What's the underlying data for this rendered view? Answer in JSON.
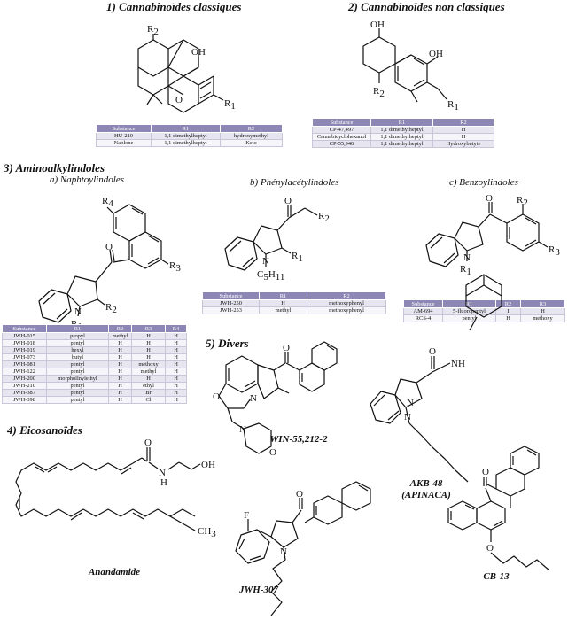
{
  "sections": {
    "s1": "1) Cannabinoïdes classiques",
    "s2": "2) Cannabinoïdes non classiques",
    "s3": "3) Aminoalkylindoles",
    "s3a": "a) Naphtoylindoles",
    "s3b": "b) Phénylacétylindoles",
    "s3c": "c) Benzoylindoles",
    "s4": "4) Eicosanoïdes",
    "s5": "5) Divers"
  },
  "atoms": {
    "OH": "OH",
    "O": "O",
    "N": "N",
    "H": "H",
    "F": "F",
    "NH": "NH",
    "R": "R",
    "C": "C",
    "CH": "CH",
    "sub1": "1",
    "sub2": "2",
    "sub3": "3",
    "sub4": "4",
    "sub5": "5",
    "sub11": "11"
  },
  "compounds": {
    "win": "WIN-55,212-2",
    "akb1": "AKB-48",
    "akb2": "(APINACA)",
    "jwh307": "JWH-307",
    "cb13": "CB-13",
    "anandamide": "Anandamide"
  },
  "tables": {
    "classic": {
      "headers": [
        "Substance",
        "R1",
        "R2"
      ],
      "rows": [
        [
          "HU-210",
          "1,1 dimethylheptyl",
          "hydroxymethyl"
        ],
        [
          "Nablone",
          "1,1 dimethylheptyl",
          "Keto"
        ]
      ]
    },
    "nonclassic": {
      "headers": [
        "Substance",
        "R1",
        "R2"
      ],
      "rows": [
        [
          "CP-47,497",
          "1,1 dimethylheptyl",
          "H"
        ],
        [
          "Cannabicyclohexanol",
          "1,1 dimethylheptyl",
          "H"
        ],
        [
          "CP-55,940",
          "1,1 dimethylheptyl",
          "Hydroxybutyte"
        ]
      ]
    },
    "naphtoyl": {
      "headers": [
        "Substance",
        "R1",
        "R2",
        "R3",
        "R4"
      ],
      "rows": [
        [
          "JWH-015",
          "propyl",
          "methyl",
          "H",
          "H"
        ],
        [
          "JWH-018",
          "pentyl",
          "H",
          "H",
          "H"
        ],
        [
          "JWH-019",
          "hexyl",
          "H",
          "H",
          "H"
        ],
        [
          "JWH-073",
          "butyl",
          "H",
          "H",
          "H"
        ],
        [
          "JWH-081",
          "pentyl",
          "H",
          "methoxy",
          "H"
        ],
        [
          "JWH-122",
          "pentyl",
          "H",
          "methyl",
          "H"
        ],
        [
          "JWH-200",
          "morphollnylethyl",
          "H",
          "H",
          "H"
        ],
        [
          "JWH-210",
          "pentyl",
          "H",
          "ethyl",
          "H"
        ],
        [
          "JWH-387",
          "pentyl",
          "H",
          "Br",
          "H"
        ],
        [
          "JWH-398",
          "pentyl",
          "H",
          "Cl",
          "H"
        ]
      ]
    },
    "phenylacetyl": {
      "headers": [
        "Substance",
        "R1",
        "R2"
      ],
      "rows": [
        [
          "JWH-250",
          "H",
          "methoxyphenyl"
        ],
        [
          "JWH-253",
          "methyl",
          "methoxyphenyl"
        ]
      ]
    },
    "benzoyl": {
      "headers": [
        "Substance",
        "R1",
        "R2",
        "R3"
      ],
      "rows": [
        [
          "AM-694",
          "5-fluoropentyl",
          "I",
          "H"
        ],
        [
          "RCS-4",
          "pentyl",
          "H",
          "methoxy"
        ]
      ]
    }
  }
}
